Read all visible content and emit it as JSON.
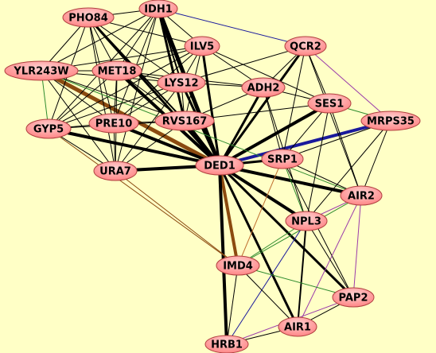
{
  "background_color": "#ffffc6",
  "node_fill": "#ff8080",
  "node_fill_light": "#ffd0d0",
  "node_stroke": "#b04040",
  "nodes": [
    {
      "id": "IDH1",
      "label": "IDH1"
    },
    {
      "id": "PHO84",
      "label": "PHO84"
    },
    {
      "id": "ILV5",
      "label": "ILV5"
    },
    {
      "id": "QCR2",
      "label": "QCR2"
    },
    {
      "id": "YLR243W",
      "label": "YLR243W"
    },
    {
      "id": "MET18",
      "label": "MET18"
    },
    {
      "id": "LYS12",
      "label": "LYS12"
    },
    {
      "id": "ADH2",
      "label": "ADH2"
    },
    {
      "id": "SES1",
      "label": "SES1"
    },
    {
      "id": "GYP5",
      "label": "GYP5"
    },
    {
      "id": "PRE10",
      "label": "PRE10"
    },
    {
      "id": "RVS167",
      "label": "RVS167"
    },
    {
      "id": "MRPS35",
      "label": "MRPS35"
    },
    {
      "id": "DED1",
      "label": "DED1"
    },
    {
      "id": "SRP1",
      "label": "SRP1"
    },
    {
      "id": "URA7",
      "label": "URA7"
    },
    {
      "id": "AIR2",
      "label": "AIR2"
    },
    {
      "id": "NPL3",
      "label": "NPL3"
    },
    {
      "id": "IMD4",
      "label": "IMD4"
    },
    {
      "id": "PAP2",
      "label": "PAP2"
    },
    {
      "id": "AIR1",
      "label": "AIR1"
    },
    {
      "id": "HRB1",
      "label": "HRB1"
    }
  ],
  "edge_colors": {
    "black": "#000000",
    "brown": "#8b4a10",
    "blue": "#1a1a9c",
    "green": "#2e8b2e",
    "purple": "#9a3aaa",
    "orange": "#c07030"
  },
  "edges": [
    {
      "s": "DED1",
      "t": "IDH1",
      "w": 5,
      "c": "black"
    },
    {
      "s": "DED1",
      "t": "PHO84",
      "w": 3,
      "c": "black"
    },
    {
      "s": "DED1",
      "t": "ILV5",
      "w": 3,
      "c": "black"
    },
    {
      "s": "DED1",
      "t": "QCR2",
      "w": 3,
      "c": "black"
    },
    {
      "s": "DED1",
      "t": "YLR243W",
      "w": 5,
      "c": "brown"
    },
    {
      "s": "DED1",
      "t": "MET18",
      "w": 4,
      "c": "black"
    },
    {
      "s": "DED1",
      "t": "LYS12",
      "w": 3,
      "c": "black"
    },
    {
      "s": "DED1",
      "t": "ADH2",
      "w": 3,
      "c": "black"
    },
    {
      "s": "DED1",
      "t": "SES1",
      "w": 4,
      "c": "black"
    },
    {
      "s": "DED1",
      "t": "GYP5",
      "w": 4,
      "c": "black"
    },
    {
      "s": "DED1",
      "t": "PRE10",
      "w": 4,
      "c": "black"
    },
    {
      "s": "DED1",
      "t": "RVS167",
      "w": 4,
      "c": "black"
    },
    {
      "s": "DED1",
      "t": "MRPS35",
      "w": 4,
      "c": "blue"
    },
    {
      "s": "DED1",
      "t": "SRP1",
      "w": 3,
      "c": "black"
    },
    {
      "s": "DED1",
      "t": "URA7",
      "w": 4,
      "c": "black"
    },
    {
      "s": "DED1",
      "t": "AIR2",
      "w": 4,
      "c": "black"
    },
    {
      "s": "DED1",
      "t": "NPL3",
      "w": 4,
      "c": "black"
    },
    {
      "s": "DED1",
      "t": "IMD4",
      "w": 4,
      "c": "brown"
    },
    {
      "s": "DED1",
      "t": "PAP2",
      "w": 3,
      "c": "black"
    },
    {
      "s": "DED1",
      "t": "AIR1",
      "w": 3,
      "c": "black"
    },
    {
      "s": "DED1",
      "t": "HRB1",
      "w": 4,
      "c": "black"
    },
    {
      "s": "IDH1",
      "t": "PHO84",
      "w": 1,
      "c": "black"
    },
    {
      "s": "IDH1",
      "t": "ILV5",
      "w": 1,
      "c": "black"
    },
    {
      "s": "IDH1",
      "t": "QCR2",
      "w": 1,
      "c": "blue"
    },
    {
      "s": "IDH1",
      "t": "YLR243W",
      "w": 1,
      "c": "black"
    },
    {
      "s": "IDH1",
      "t": "MET18",
      "w": 1,
      "c": "black"
    },
    {
      "s": "IDH1",
      "t": "LYS12",
      "w": 2,
      "c": "black"
    },
    {
      "s": "IDH1",
      "t": "PRE10",
      "w": 1,
      "c": "black"
    },
    {
      "s": "IDH1",
      "t": "RVS167",
      "w": 3,
      "c": "black"
    },
    {
      "s": "IDH1",
      "t": "GYP5",
      "w": 1,
      "c": "black"
    },
    {
      "s": "IDH1",
      "t": "URA7",
      "w": 1,
      "c": "black"
    },
    {
      "s": "PHO84",
      "t": "ILV5",
      "w": 1,
      "c": "black"
    },
    {
      "s": "PHO84",
      "t": "YLR243W",
      "w": 1,
      "c": "black"
    },
    {
      "s": "PHO84",
      "t": "MET18",
      "w": 1,
      "c": "black"
    },
    {
      "s": "PHO84",
      "t": "LYS12",
      "w": 1,
      "c": "black"
    },
    {
      "s": "PHO84",
      "t": "PRE10",
      "w": 1,
      "c": "black"
    },
    {
      "s": "PHO84",
      "t": "RVS167",
      "w": 2,
      "c": "black"
    },
    {
      "s": "PHO84",
      "t": "GYP5",
      "w": 1,
      "c": "black"
    },
    {
      "s": "PHO84",
      "t": "URA7",
      "w": 1,
      "c": "black"
    },
    {
      "s": "ILV5",
      "t": "MET18",
      "w": 1,
      "c": "black"
    },
    {
      "s": "ILV5",
      "t": "LYS12",
      "w": 1,
      "c": "black"
    },
    {
      "s": "ILV5",
      "t": "ADH2",
      "w": 1,
      "c": "black"
    },
    {
      "s": "ILV5",
      "t": "SES1",
      "w": 1,
      "c": "black"
    },
    {
      "s": "ILV5",
      "t": "PRE10",
      "w": 1,
      "c": "black"
    },
    {
      "s": "ILV5",
      "t": "RVS167",
      "w": 1,
      "c": "black"
    },
    {
      "s": "ILV5",
      "t": "YLR243W",
      "w": 1,
      "c": "black"
    },
    {
      "s": "ILV5",
      "t": "GYP5",
      "w": 1,
      "c": "black"
    },
    {
      "s": "QCR2",
      "t": "ADH2",
      "w": 1,
      "c": "black"
    },
    {
      "s": "QCR2",
      "t": "SES1",
      "w": 1,
      "c": "black"
    },
    {
      "s": "QCR2",
      "t": "MRPS35",
      "w": 1,
      "c": "purple"
    },
    {
      "s": "QCR2",
      "t": "LYS12",
      "w": 1,
      "c": "black"
    },
    {
      "s": "QCR2",
      "t": "AIR2",
      "w": 1,
      "c": "black"
    },
    {
      "s": "QCR2",
      "t": "SRP1",
      "w": 1,
      "c": "black"
    },
    {
      "s": "YLR243W",
      "t": "MET18",
      "w": 1,
      "c": "black"
    },
    {
      "s": "YLR243W",
      "t": "LYS12",
      "w": 1,
      "c": "black"
    },
    {
      "s": "YLR243W",
      "t": "PRE10",
      "w": 1,
      "c": "black"
    },
    {
      "s": "YLR243W",
      "t": "RVS167",
      "w": 1,
      "c": "black"
    },
    {
      "s": "YLR243W",
      "t": "GYP5",
      "w": 1,
      "c": "green"
    },
    {
      "s": "YLR243W",
      "t": "URA7",
      "w": 1,
      "c": "black"
    },
    {
      "s": "YLR243W",
      "t": "AIR2",
      "w": 1,
      "c": "green"
    },
    {
      "s": "MET18",
      "t": "LYS12",
      "w": 1,
      "c": "black"
    },
    {
      "s": "MET18",
      "t": "PRE10",
      "w": 1,
      "c": "black"
    },
    {
      "s": "MET18",
      "t": "RVS167",
      "w": 1,
      "c": "black"
    },
    {
      "s": "MET18",
      "t": "GYP5",
      "w": 1,
      "c": "black"
    },
    {
      "s": "MET18",
      "t": "URA7",
      "w": 1,
      "c": "black"
    },
    {
      "s": "MET18",
      "t": "ADH2",
      "w": 1,
      "c": "black"
    },
    {
      "s": "LYS12",
      "t": "ADH2",
      "w": 1,
      "c": "black"
    },
    {
      "s": "LYS12",
      "t": "PRE10",
      "w": 1,
      "c": "black"
    },
    {
      "s": "LYS12",
      "t": "RVS167",
      "w": 1,
      "c": "black"
    },
    {
      "s": "LYS12",
      "t": "GYP5",
      "w": 1,
      "c": "black"
    },
    {
      "s": "LYS12",
      "t": "URA7",
      "w": 1,
      "c": "black"
    },
    {
      "s": "ADH2",
      "t": "SES1",
      "w": 1,
      "c": "black"
    },
    {
      "s": "ADH2",
      "t": "RVS167",
      "w": 1,
      "c": "black"
    },
    {
      "s": "ADH2",
      "t": "SRP1",
      "w": 1,
      "c": "black"
    },
    {
      "s": "ADH2",
      "t": "NPL3",
      "w": 1,
      "c": "black"
    },
    {
      "s": "SES1",
      "t": "MRPS35",
      "w": 1,
      "c": "green"
    },
    {
      "s": "SES1",
      "t": "SRP1",
      "w": 1,
      "c": "black"
    },
    {
      "s": "SES1",
      "t": "AIR2",
      "w": 1,
      "c": "black"
    },
    {
      "s": "SES1",
      "t": "NPL3",
      "w": 1,
      "c": "black"
    },
    {
      "s": "SES1",
      "t": "RVS167",
      "w": 1,
      "c": "black"
    },
    {
      "s": "GYP5",
      "t": "PRE10",
      "w": 1,
      "c": "black"
    },
    {
      "s": "GYP5",
      "t": "URA7",
      "w": 1,
      "c": "black"
    },
    {
      "s": "GYP5",
      "t": "RVS167",
      "w": 1,
      "c": "black"
    },
    {
      "s": "GYP5",
      "t": "IMD4",
      "w": 1,
      "c": "brown"
    },
    {
      "s": "PRE10",
      "t": "RVS167",
      "w": 1,
      "c": "black"
    },
    {
      "s": "PRE10",
      "t": "URA7",
      "w": 1,
      "c": "black"
    },
    {
      "s": "RVS167",
      "t": "URA7",
      "w": 1,
      "c": "black"
    },
    {
      "s": "MRPS35",
      "t": "SRP1",
      "w": 1,
      "c": "black"
    },
    {
      "s": "MRPS35",
      "t": "AIR2",
      "w": 1,
      "c": "black"
    },
    {
      "s": "MRPS35",
      "t": "NPL3",
      "w": 1,
      "c": "black"
    },
    {
      "s": "SRP1",
      "t": "AIR2",
      "w": 1,
      "c": "black"
    },
    {
      "s": "SRP1",
      "t": "NPL3",
      "w": 1,
      "c": "green"
    },
    {
      "s": "SRP1",
      "t": "IMD4",
      "w": 1,
      "c": "orange"
    },
    {
      "s": "SRP1",
      "t": "PAP2",
      "w": 1,
      "c": "black"
    },
    {
      "s": "AIR2",
      "t": "NPL3",
      "w": 1,
      "c": "purple"
    },
    {
      "s": "AIR2",
      "t": "PAP2",
      "w": 1,
      "c": "purple"
    },
    {
      "s": "AIR2",
      "t": "AIR1",
      "w": 1,
      "c": "purple"
    },
    {
      "s": "AIR2",
      "t": "IMD4",
      "w": 1,
      "c": "green"
    },
    {
      "s": "NPL3",
      "t": "IMD4",
      "w": 1,
      "c": "green"
    },
    {
      "s": "NPL3",
      "t": "PAP2",
      "w": 1,
      "c": "black"
    },
    {
      "s": "NPL3",
      "t": "AIR1",
      "w": 2,
      "c": "black"
    },
    {
      "s": "NPL3",
      "t": "HRB1",
      "w": 1,
      "c": "blue"
    },
    {
      "s": "IMD4",
      "t": "PAP2",
      "w": 1,
      "c": "green"
    },
    {
      "s": "IMD4",
      "t": "AIR1",
      "w": 1,
      "c": "black"
    },
    {
      "s": "IMD4",
      "t": "HRB1",
      "w": 1,
      "c": "black"
    },
    {
      "s": "PAP2",
      "t": "AIR1",
      "w": 1,
      "c": "black"
    },
    {
      "s": "PAP2",
      "t": "HRB1",
      "w": 1,
      "c": "purple"
    },
    {
      "s": "AIR1",
      "t": "HRB1",
      "w": 1,
      "c": "black"
    },
    {
      "s": "URA7",
      "t": "IMD4",
      "w": 1,
      "c": "brown"
    }
  ]
}
